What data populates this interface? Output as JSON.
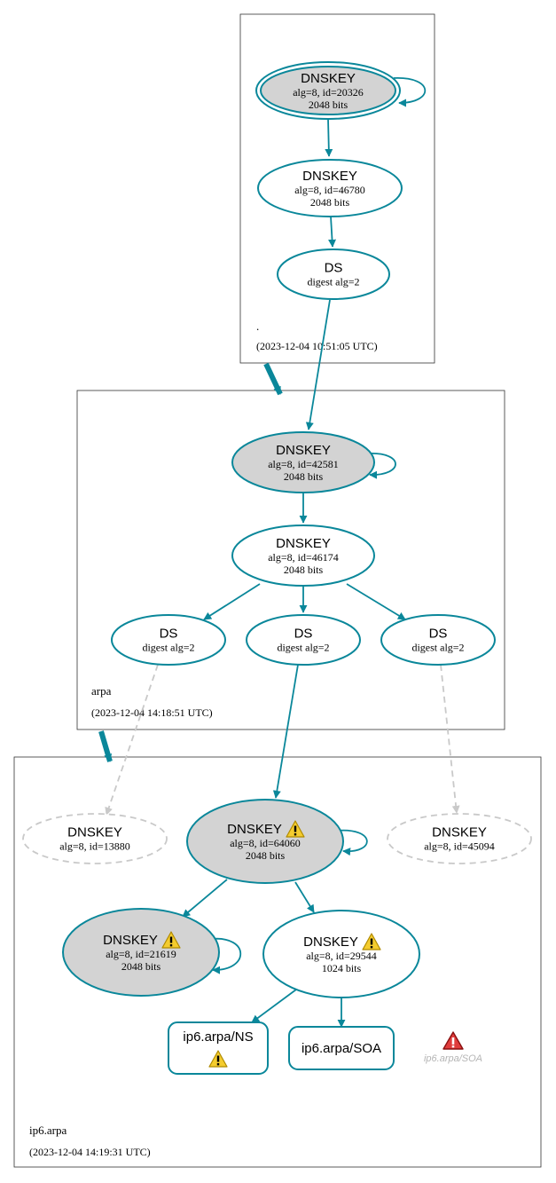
{
  "colors": {
    "edge": "#0a879a",
    "ghost": "#c9c9c9",
    "filled": "#d3d3d3",
    "warn_fill": "#f4cc2e",
    "warn_stroke": "#b08a00",
    "error_fill": "#e03c3c",
    "error_stroke": "#8a1010"
  },
  "zones": [
    {
      "id": "root",
      "label": ".",
      "timestamp": "(2023-12-04 10:51:05 UTC)"
    },
    {
      "id": "arpa",
      "label": "arpa",
      "timestamp": "(2023-12-04 14:18:51 UTC)"
    },
    {
      "id": "ip6arpa",
      "label": "ip6.arpa",
      "timestamp": "(2023-12-04 14:19:31 UTC)"
    }
  ],
  "nodes": [
    {
      "id": "root-ksk",
      "title": "DNSKEY",
      "line1": "alg=8, id=20326",
      "line2": "2048 bits",
      "filled": true,
      "double": true,
      "selfloop": true
    },
    {
      "id": "root-zsk",
      "title": "DNSKEY",
      "line1": "alg=8, id=46780",
      "line2": "2048 bits"
    },
    {
      "id": "root-ds",
      "title": "DS",
      "line1": "digest alg=2"
    },
    {
      "id": "arpa-ksk",
      "title": "DNSKEY",
      "line1": "alg=8, id=42581",
      "line2": "2048 bits",
      "filled": true,
      "selfloop": true
    },
    {
      "id": "arpa-zsk",
      "title": "DNSKEY",
      "line1": "alg=8, id=46174",
      "line2": "2048 bits"
    },
    {
      "id": "arpa-ds-1",
      "title": "DS",
      "line1": "digest alg=2"
    },
    {
      "id": "arpa-ds-2",
      "title": "DS",
      "line1": "digest alg=2"
    },
    {
      "id": "arpa-ds-3",
      "title": "DS",
      "line1": "digest alg=2"
    },
    {
      "id": "ip6-missing-1",
      "title": "DNSKEY",
      "line1": "alg=8, id=13880",
      "dashed": true
    },
    {
      "id": "ip6-ksk",
      "title": "DNSKEY",
      "line1": "alg=8, id=64060",
      "line2": "2048 bits",
      "filled": true,
      "selfloop": true,
      "warning": true
    },
    {
      "id": "ip6-missing-2",
      "title": "DNSKEY",
      "line1": "alg=8, id=45094",
      "dashed": true
    },
    {
      "id": "ip6-key-a",
      "title": "DNSKEY",
      "line1": "alg=8, id=21619",
      "line2": "2048 bits",
      "filled": true,
      "selfloop": true,
      "warning": true
    },
    {
      "id": "ip6-key-b",
      "title": "DNSKEY",
      "line1": "alg=8, id=29544",
      "line2": "1024 bits",
      "warning": true
    },
    {
      "id": "rrset-ns",
      "title": "ip6.arpa/NS",
      "warning": true,
      "rect": true
    },
    {
      "id": "rrset-soa",
      "title": "ip6.arpa/SOA",
      "rect": true
    },
    {
      "id": "soa-error",
      "title": "ip6.arpa/SOA",
      "error": true,
      "ghost": true
    }
  ],
  "edges": [
    {
      "from": "root-ksk",
      "to": "root-zsk"
    },
    {
      "from": "root-zsk",
      "to": "root-ds"
    },
    {
      "from": "root-ds",
      "to": "arpa-ksk"
    },
    {
      "from": "arpa-ksk",
      "to": "arpa-zsk"
    },
    {
      "from": "arpa-zsk",
      "to": "arpa-ds-1"
    },
    {
      "from": "arpa-zsk",
      "to": "arpa-ds-2"
    },
    {
      "from": "arpa-zsk",
      "to": "arpa-ds-3"
    },
    {
      "from": "arpa-ds-1",
      "to": "ip6-missing-1",
      "style": "dashed"
    },
    {
      "from": "arpa-ds-2",
      "to": "ip6-ksk"
    },
    {
      "from": "arpa-ds-3",
      "to": "ip6-missing-2",
      "style": "dashed"
    },
    {
      "from": "ip6-ksk",
      "to": "ip6-key-a"
    },
    {
      "from": "ip6-ksk",
      "to": "ip6-key-b"
    },
    {
      "from": "ip6-key-b",
      "to": "rrset-ns"
    },
    {
      "from": "ip6-key-b",
      "to": "rrset-soa"
    },
    {
      "from": "root",
      "to": "arpa",
      "style": "delegation"
    },
    {
      "from": "arpa",
      "to": "ip6arpa",
      "style": "delegation"
    }
  ]
}
